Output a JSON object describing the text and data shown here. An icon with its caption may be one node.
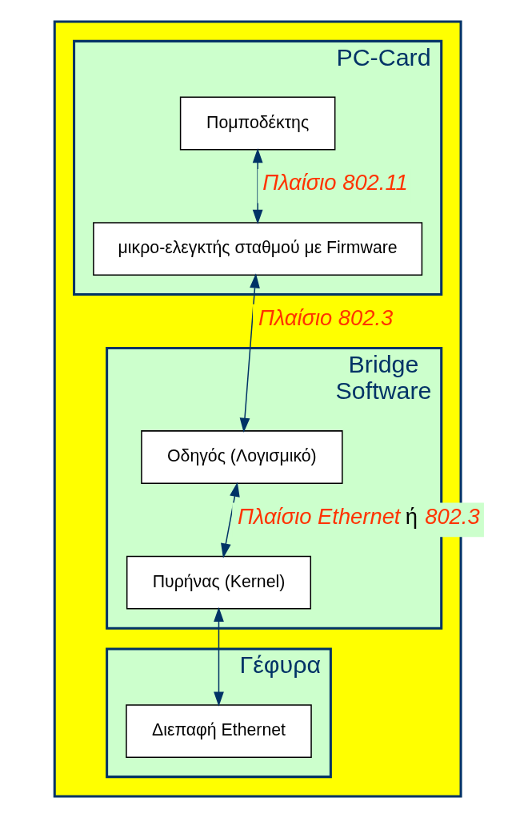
{
  "diagram": {
    "nodes": [
      {
        "text": [],
        "shape": "box"
      },
      {
        "text": [
          "PC-Card"
        ],
        "in": 0
      },
      {
        "text": [
          "Πομποδέκτης"
        ],
        "in": 1
      },
      {
        "text": [
          "μικρο-ελεγκτής σταθμού με Firmware"
        ],
        "in": 1
      },
      {
        "text": [
          "Bridge Software"
        ],
        "in": 0
      },
      {
        "text": [
          "Οδηγός (Λογισμικό)"
        ],
        "in": 4
      },
      {
        "text": [
          "Πυρήνας (Kernel)"
        ],
        "in": 4
      },
      {
        "text": [
          "Γέφυρα"
        ],
        "in": 0
      },
      {
        "text": [
          "Διεπαφή Ethernet"
        ],
        "in": 7
      }
    ],
    "edges": [
      {
        "from": 2,
        "to": 3,
        "arrow": "both",
        "label": "Πλαίσιο 802.11"
      },
      {
        "from": 3,
        "to": 5,
        "arrow": "both",
        "label": "Πλαίσιο 802.3"
      },
      {
        "from": 5,
        "to": 6,
        "arrow": "both",
        "label": "*Πλαίσιο Ethernet* ή *802.3*"
      },
      {
        "from": 6,
        "to": 8,
        "arrow": "both"
      }
    ]
  }
}
